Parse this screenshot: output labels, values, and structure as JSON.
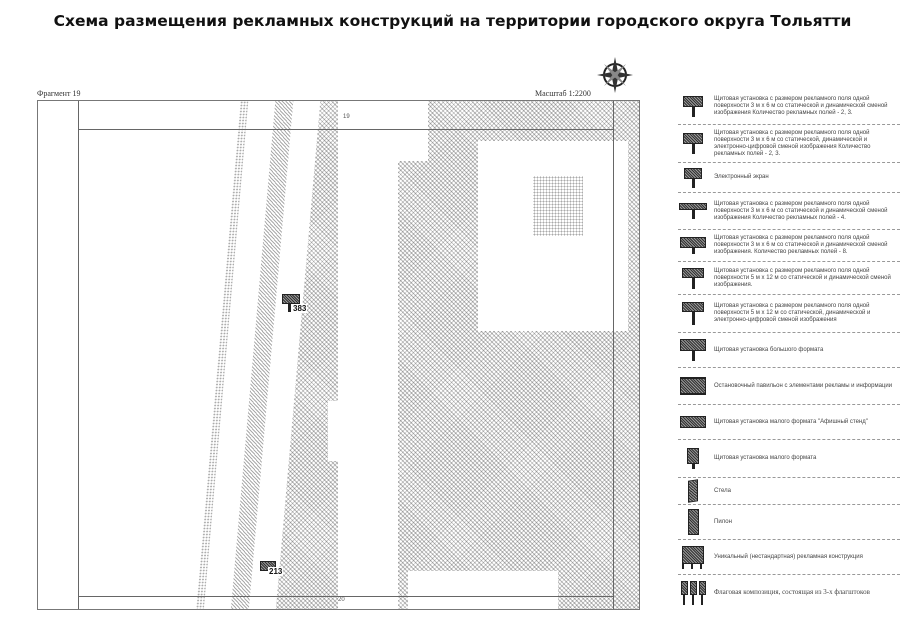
{
  "title": "Схема размещения рекламных конструкций на территории городского округа Тольятти",
  "fragment": "Фрагмент 19",
  "scale": "Масштаб 1:2200",
  "map": {
    "grid_top": "19",
    "grid_bottom": "20",
    "markers": [
      {
        "id": "383"
      },
      {
        "id": "213"
      }
    ]
  },
  "icons": {
    "compass": "compass-rose-icon"
  },
  "legend": [
    {
      "icon": "billboard-3x6",
      "text": "Щитовая установка с размером рекламного поля одной поверхности 3 м х 6 м со статической и динамической сменой изображения Количество рекламных полей - 2, 3."
    },
    {
      "icon": "billboard-3x6-digital",
      "text": "Щитовая установка с размером рекламного поля одной поверхности 3 м х 6 м со статической, динамической и электронно-цифровой сменой изображения Количество рекламных полей - 2, 3."
    },
    {
      "icon": "electronic-screen",
      "text": "Электронный экран"
    },
    {
      "icon": "billboard-3x6-4fields",
      "text": "Щитовая установка с размером рекламного поля одной поверхности 3 м х 6 м со статической и динамической сменой изображения Количество рекламных полей - 4."
    },
    {
      "icon": "billboard-3x6-8fields",
      "text": "Щитовая установка с размером рекламного поля одной поверхности 3 м х 6 м со статической и динамической сменой изображения. Количество рекламных полей - 8."
    },
    {
      "icon": "billboard-5x12",
      "text": "Щитовая установка с размером рекламного поля одной поверхности 5 м х 12 м со статической и динамической сменой изображения."
    },
    {
      "icon": "billboard-5x12-digital",
      "text": "Щитовая установка с размером рекламного поля одной поверхности 5 м х 12 м со статической, динамической и электронно-цифровой сменой изображения"
    },
    {
      "icon": "billboard-large",
      "text": "Щитовая установка большого формата"
    },
    {
      "icon": "bus-stop-pavilion",
      "text": "Остановочный павильон с элементами рекламы и информации"
    },
    {
      "icon": "poster-stand",
      "text": "Щитовая установка малого формата \"Афишный стенд\""
    },
    {
      "icon": "small-billboard",
      "text": "Щитовая установка малого формата"
    },
    {
      "icon": "stele",
      "text": "Стела"
    },
    {
      "icon": "pylon",
      "text": "Пилон"
    },
    {
      "icon": "unique-structure",
      "text": "Уникальный (нестандартная) рекламная конструкция"
    },
    {
      "icon": "flag-composition",
      "text": "Флаговая композиция, состоящая из 3-х флагштоков"
    }
  ]
}
